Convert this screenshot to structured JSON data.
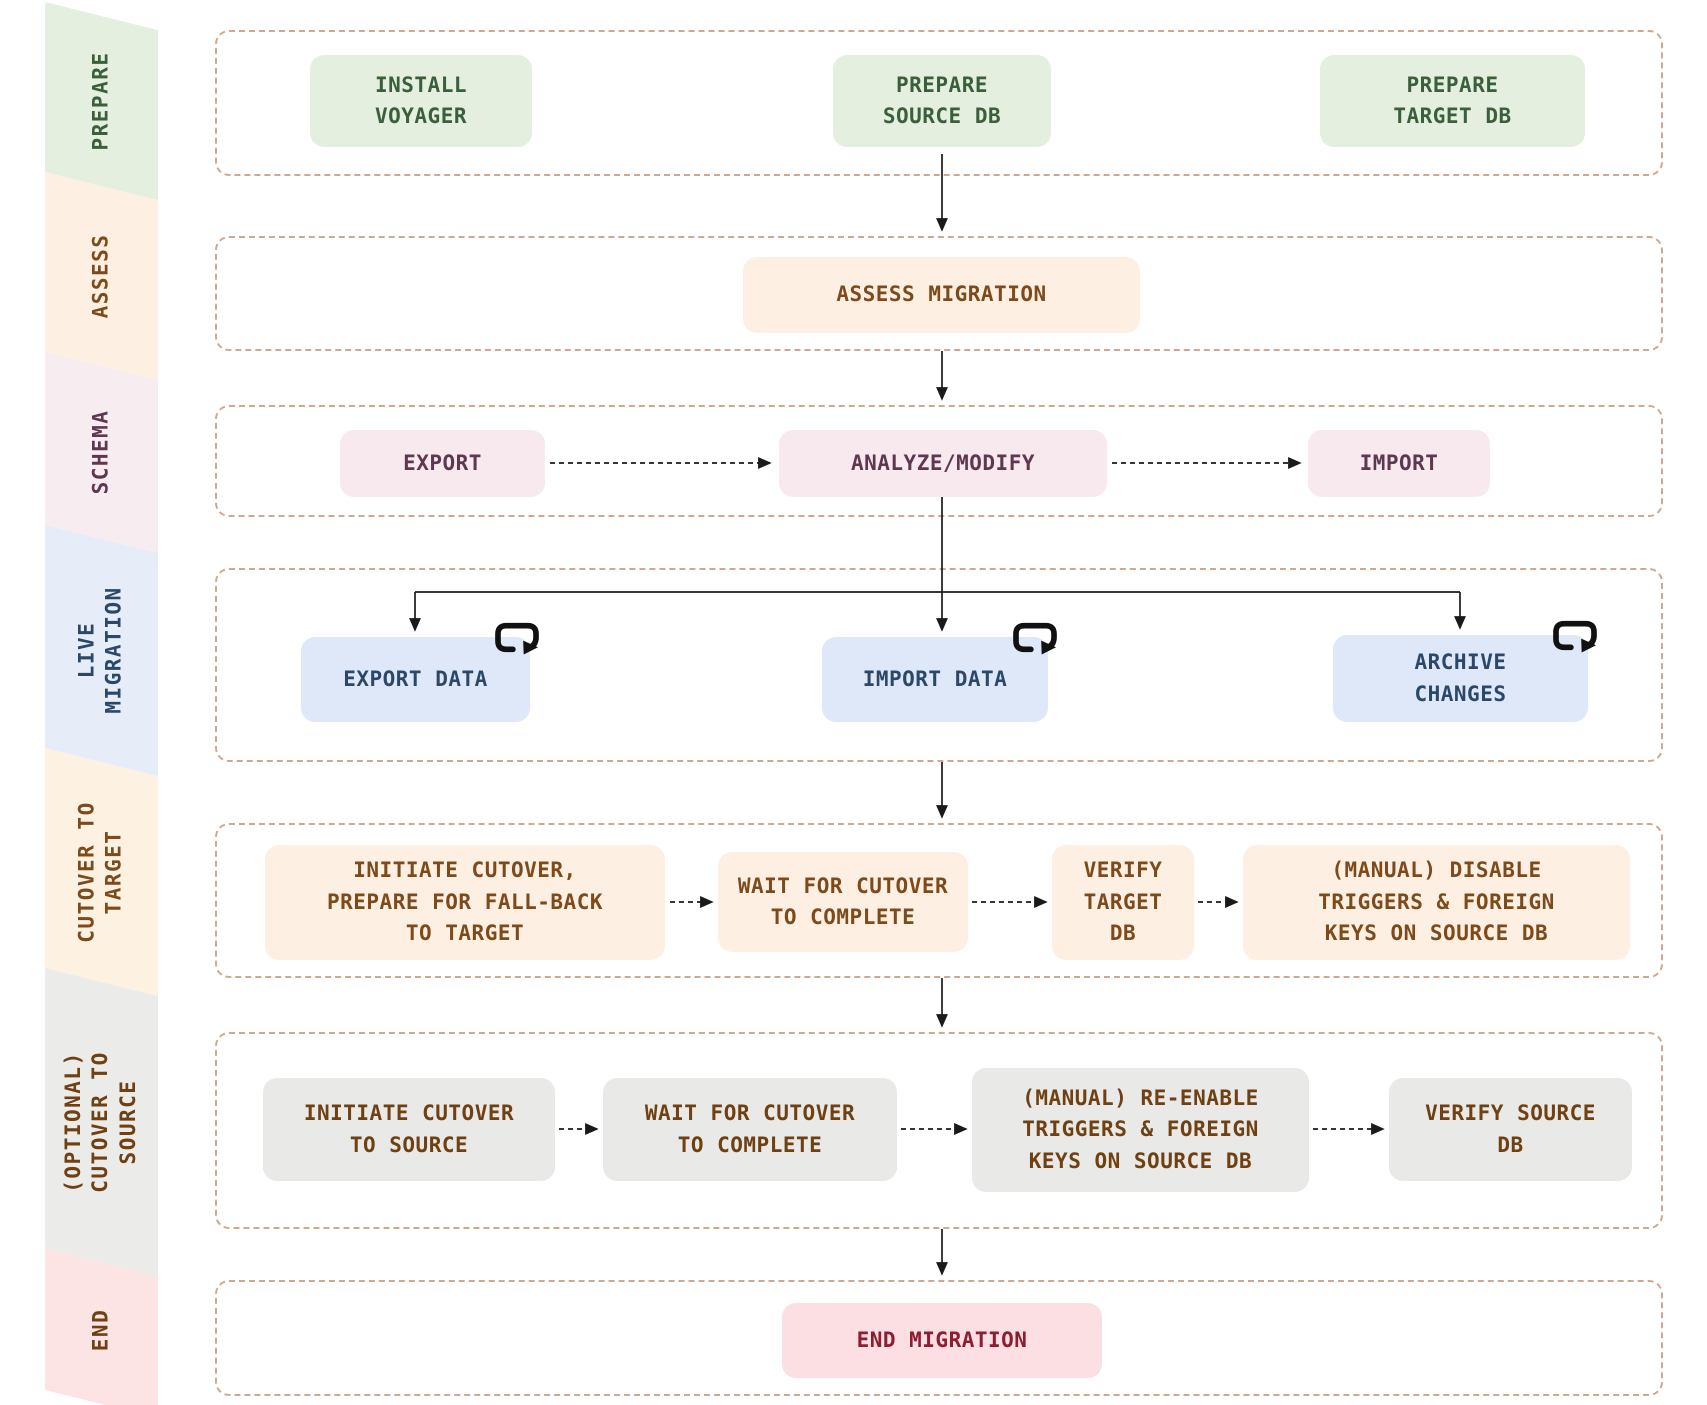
{
  "diagram": {
    "type": "flowchart",
    "subject": "database migration workflow"
  },
  "palette": {
    "background": "#ffffff",
    "phase_border_dash": "#d0a88f",
    "connector": "#1a1a1a",
    "green_bg": "#e4efe0",
    "green_fg": "#3a5f3a",
    "peach_bg": "#fdf0e2",
    "peach_fg": "#7d4a1b",
    "pink_bg": "#f7e9ee",
    "pink_fg": "#5e3850",
    "blue_bg": "#dfe8f8",
    "blue_fg": "#2c4868",
    "gray_bg": "#e9e9e7",
    "gray_fg": "#6f4012",
    "end_bg": "#fcdfe3",
    "end_fg": "#8d1e31"
  },
  "sidebar": {
    "segments": [
      {
        "id": "prepare",
        "label": "PREPARE"
      },
      {
        "id": "assess",
        "label": "ASSESS"
      },
      {
        "id": "schema",
        "label": "SCHEMA"
      },
      {
        "id": "live-migration",
        "label": "LIVE\nMIGRATION"
      },
      {
        "id": "cutover-target",
        "label": "CUTOVER TO\nTARGET"
      },
      {
        "id": "cutover-source",
        "label": "(OPTIONAL)\nCUTOVER TO\nSOURCE"
      },
      {
        "id": "end",
        "label": "END"
      }
    ]
  },
  "rows": [
    {
      "id": "prepare",
      "boxes": [
        {
          "label": "INSTALL\nVOYAGER"
        },
        {
          "label": "PREPARE\nSOURCE DB"
        },
        {
          "label": "PREPARE\nTARGET DB"
        }
      ]
    },
    {
      "id": "assess",
      "boxes": [
        {
          "label": "ASSESS MIGRATION"
        }
      ]
    },
    {
      "id": "schema",
      "boxes": [
        {
          "label": "EXPORT"
        },
        {
          "label": "ANALYZE/MODIFY"
        },
        {
          "label": "IMPORT"
        }
      ]
    },
    {
      "id": "live-migration",
      "boxes": [
        {
          "label": "EXPORT DATA",
          "loop_icon": "repeat-loop"
        },
        {
          "label": "IMPORT DATA",
          "loop_icon": "repeat-loop"
        },
        {
          "label": "ARCHIVE\nCHANGES",
          "loop_icon": "repeat-loop"
        }
      ]
    },
    {
      "id": "cutover-target",
      "boxes": [
        {
          "label": "INITIATE CUTOVER,\nPREPARE FOR FALL-BACK\nTO TARGET"
        },
        {
          "label": "WAIT FOR CUTOVER\nTO COMPLETE"
        },
        {
          "label": "VERIFY\nTARGET\nDB"
        },
        {
          "label": "(MANUAL) DISABLE\nTRIGGERS & FOREIGN\nKEYS ON SOURCE DB"
        }
      ]
    },
    {
      "id": "cutover-source",
      "boxes": [
        {
          "label": "INITIATE CUTOVER\nTO SOURCE"
        },
        {
          "label": "WAIT FOR CUTOVER\nTO COMPLETE"
        },
        {
          "label": "(MANUAL) RE-ENABLE\nTRIGGERS & FOREIGN\nKEYS ON SOURCE DB"
        },
        {
          "label": "VERIFY SOURCE\nDB"
        }
      ]
    },
    {
      "id": "end",
      "boxes": [
        {
          "label": "END MIGRATION"
        }
      ]
    }
  ]
}
